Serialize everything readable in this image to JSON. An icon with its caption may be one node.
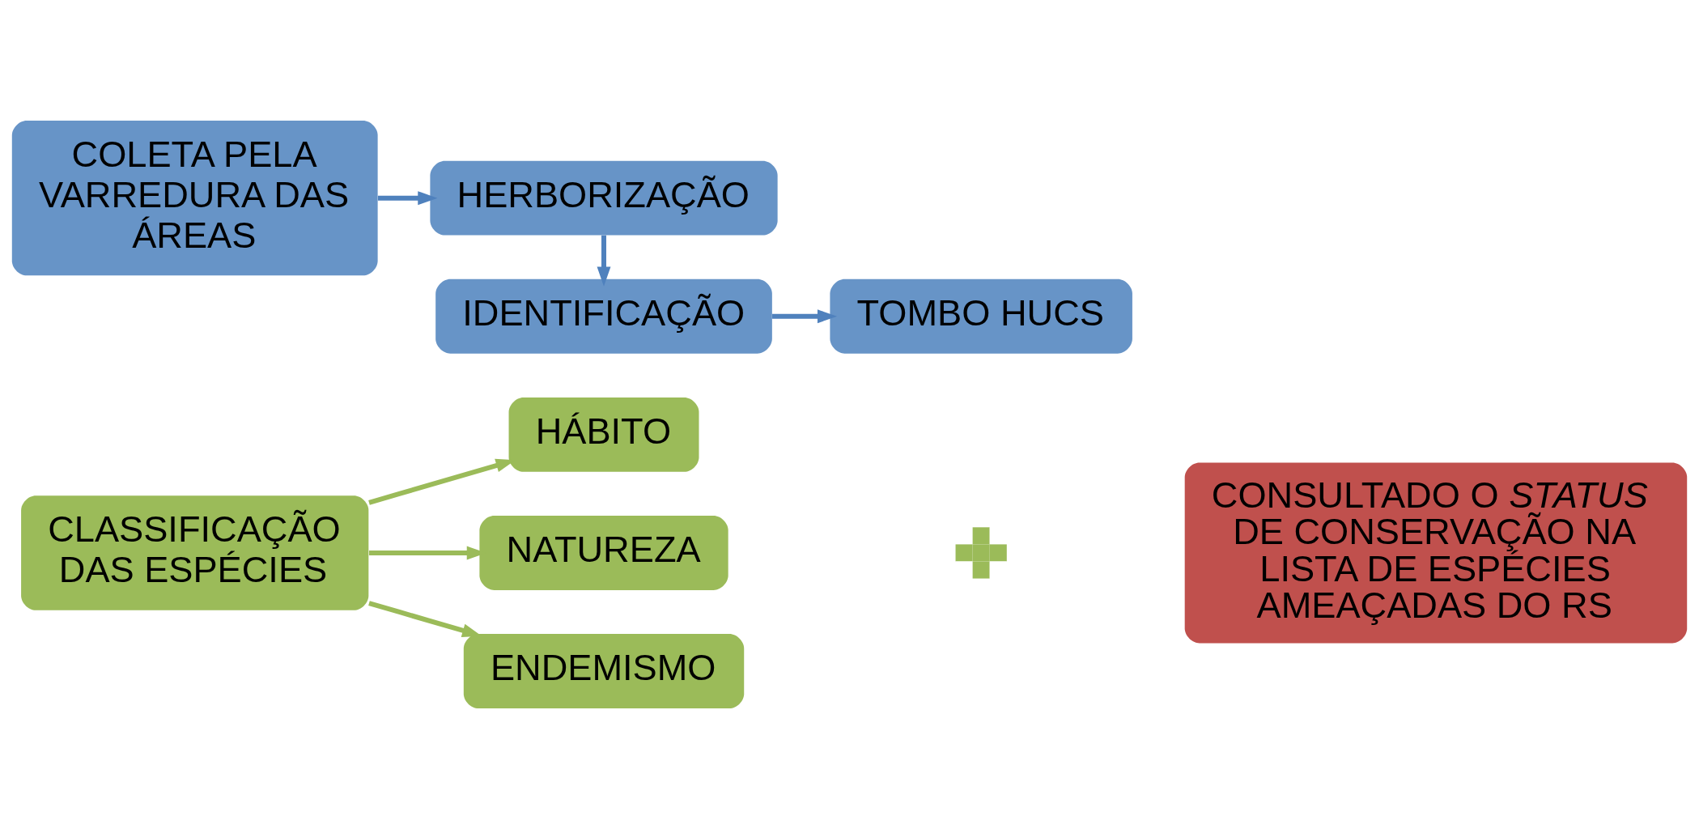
{
  "diagram": {
    "nodes": [
      {
        "text": [
          "COLETA PELA VARREDURA DAS ÁREAS"
        ]
      },
      {
        "text": [
          "HERBORIZAÇÃO"
        ]
      },
      {
        "text": [
          "IDENTIFICAÇÃO"
        ]
      },
      {
        "text": [
          "TOMBO HUCS"
        ]
      },
      {
        "text": [
          "CLASSIFICAÇÃO DAS ESPÉCIES"
        ]
      },
      {
        "text": [
          "HÁBITO"
        ]
      },
      {
        "text": [
          "NATUREZA"
        ]
      },
      {
        "text": [
          "ENDEMISMO"
        ]
      },
      {
        "text": [],
        "shape": "plus"
      },
      {
        "text": [
          "CONSULTADO O *STATUS* DE CONSERVAÇÃO NA LISTA DE ESPÉCIES AMEAÇADAS DO RS"
        ]
      }
    ],
    "edges": [
      {
        "from": 0,
        "to": 1,
        "arrow": "to",
        "color": "#4f81bd"
      },
      {
        "from": 1,
        "to": 2,
        "arrow": "to",
        "color": "#4f81bd"
      },
      {
        "from": 2,
        "to": 3,
        "arrow": "to",
        "color": "#4f81bd"
      },
      {
        "from": 4,
        "to": 5,
        "arrow": "to",
        "color": "#9bbb59"
      },
      {
        "from": 4,
        "to": 6,
        "arrow": "to",
        "color": "#9bbb59"
      },
      {
        "from": 4,
        "to": 7,
        "arrow": "to",
        "color": "#9bbb59"
      }
    ]
  }
}
